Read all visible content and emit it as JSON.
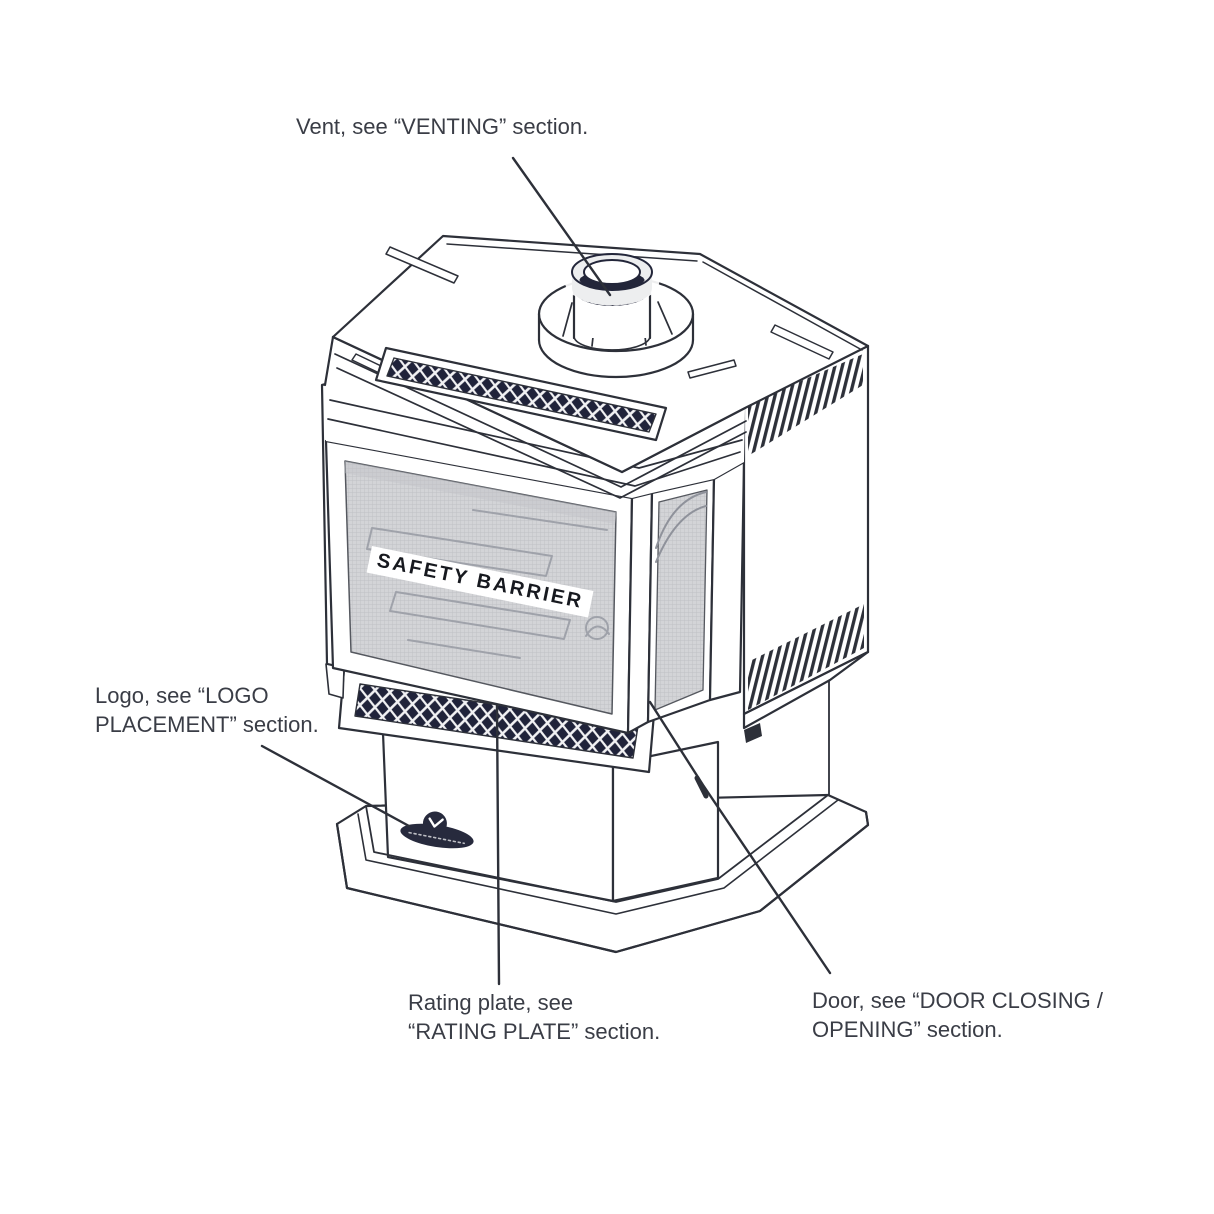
{
  "diagram": {
    "labels": {
      "vent": "Vent, see “VENTING” section.",
      "logo_line1": "Logo, see “LOGO",
      "logo_line2": "PLACEMENT” section.",
      "rating_line1": "Rating plate, see",
      "rating_line2": "“RATING PLATE” section.",
      "door_line1": "Door, see “DOOR CLOSING /",
      "door_line2": "OPENING” section.",
      "safety_barrier": "SAFETY BARRIER"
    },
    "colors": {
      "line": "#2d3039",
      "label_text": "#3a3d46",
      "lattice_dark": "#20233a",
      "mesh_fill": "#d3d4d7"
    }
  }
}
